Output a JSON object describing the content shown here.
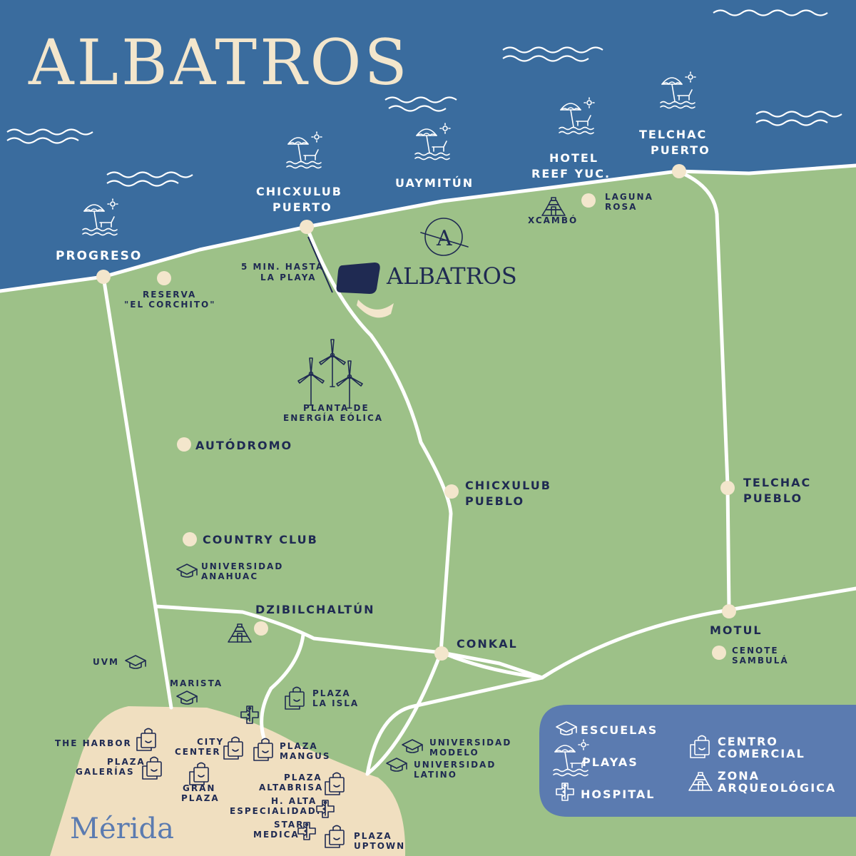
{
  "title": "ALBATROS",
  "colors": {
    "sea": "#3a6c9e",
    "land": "#9dc188",
    "city": "#f0dfc0",
    "navy": "#1f2a52",
    "cream": "#f3e6cc",
    "legend_bg": "#5b7bb0"
  },
  "beaches": {
    "progreso": "PROGRESO",
    "chicxulub_puerto": [
      "CHICXULUB",
      "PUERTO"
    ],
    "uaymitun": "UAYMITÚN",
    "hotel_reef": [
      "HOTEL",
      "REEF YUC."
    ],
    "telchac_puerto": [
      "TELCHAC",
      "PUERTO"
    ]
  },
  "project": {
    "name": "ALBATROS",
    "distance_note": [
      "5 MIN. HASTA",
      "LA PLAYA"
    ],
    "logo_letter": "A"
  },
  "places": {
    "xcambo": "XCAMBÓ",
    "laguna_rosa": [
      "LAGUNA",
      "ROSA"
    ],
    "reserva": [
      "RESERVA",
      "\"EL CORCHITO\""
    ],
    "planta": [
      "PLANTA DE",
      "ENERGÍA EÓLICA"
    ],
    "autodromo": "AUTÓDROMO",
    "chicxulub_pueblo": [
      "CHICXULUB",
      "PUEBLO"
    ],
    "telchac_pueblo": [
      "TELCHAC",
      "PUEBLO"
    ],
    "country_club": "COUNTRY CLUB",
    "universidad_anahuac": [
      "UNIVERSIDAD",
      "ANAHUAC"
    ],
    "dzibilchaltun": "DZIBILCHALTÚN",
    "conkal": "CONKAL",
    "motul": "MOTUL",
    "cenote": [
      "CENOTE",
      "SAMBULÁ"
    ],
    "uvm": "UVM",
    "marista": "MARISTA",
    "plaza_la_isla": [
      "PLAZA",
      "LA ISLA"
    ],
    "universidad_modelo": [
      "UNIVERSIDAD",
      "MODELO"
    ],
    "universidad_latino": [
      "UNIVERSIDAD",
      "LATINO"
    ],
    "the_harbor": "THE HARBOR",
    "plaza_galerias": [
      "PLAZA",
      "GALERÍAS"
    ],
    "city_center": [
      "CITY",
      "CENTER"
    ],
    "plaza_mangus": [
      "PLAZA",
      "MANGUS"
    ],
    "gran_plaza": [
      "GRAN",
      "PLAZA"
    ],
    "plaza_altabrisa": [
      "PLAZA",
      "ALTABRISA"
    ],
    "h_alta": [
      "H. ALTA",
      "ESPECIALIDAD."
    ],
    "star_medica": [
      "STAR",
      "MEDICA"
    ],
    "plaza_uptown": [
      "PLAZA",
      "UPTOWN"
    ]
  },
  "city": "Mérida",
  "legend": {
    "escuelas": "ESCUELAS",
    "playas": "PLAYAS",
    "hospital": "HOSPITAL",
    "centro_comercial": [
      "CENTRO",
      "COMERCIAL"
    ],
    "zona_arqueologica": [
      "ZONA",
      "ARQUEOLÓGICA"
    ]
  }
}
